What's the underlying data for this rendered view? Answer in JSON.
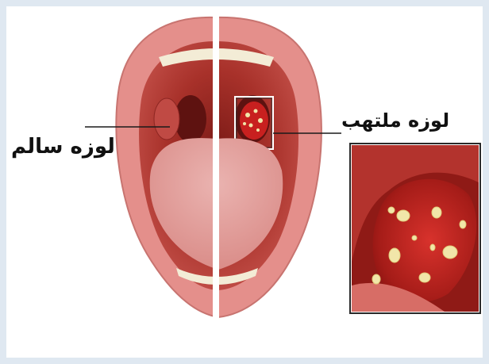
{
  "labels": {
    "healthy_tonsil": "لوزه سالم",
    "inflamed_tonsil": "لوزه ملتهب"
  },
  "colors": {
    "lip": "#e48f8b",
    "mouth_interior": "#a8312a",
    "throat_dark": "#5e1210",
    "tongue": "#e3a4a1",
    "teeth": "#f3ecd6",
    "inflamed_tissue": "#c8201f",
    "pus_spots": "#f1e6a9",
    "divider": "#ffffff",
    "leader_line": "#1a1a1a"
  },
  "icons": {
    "mouth": "open-mouth-illustration",
    "magnifier": "zoomed-inflamed-tonsil-inset"
  }
}
